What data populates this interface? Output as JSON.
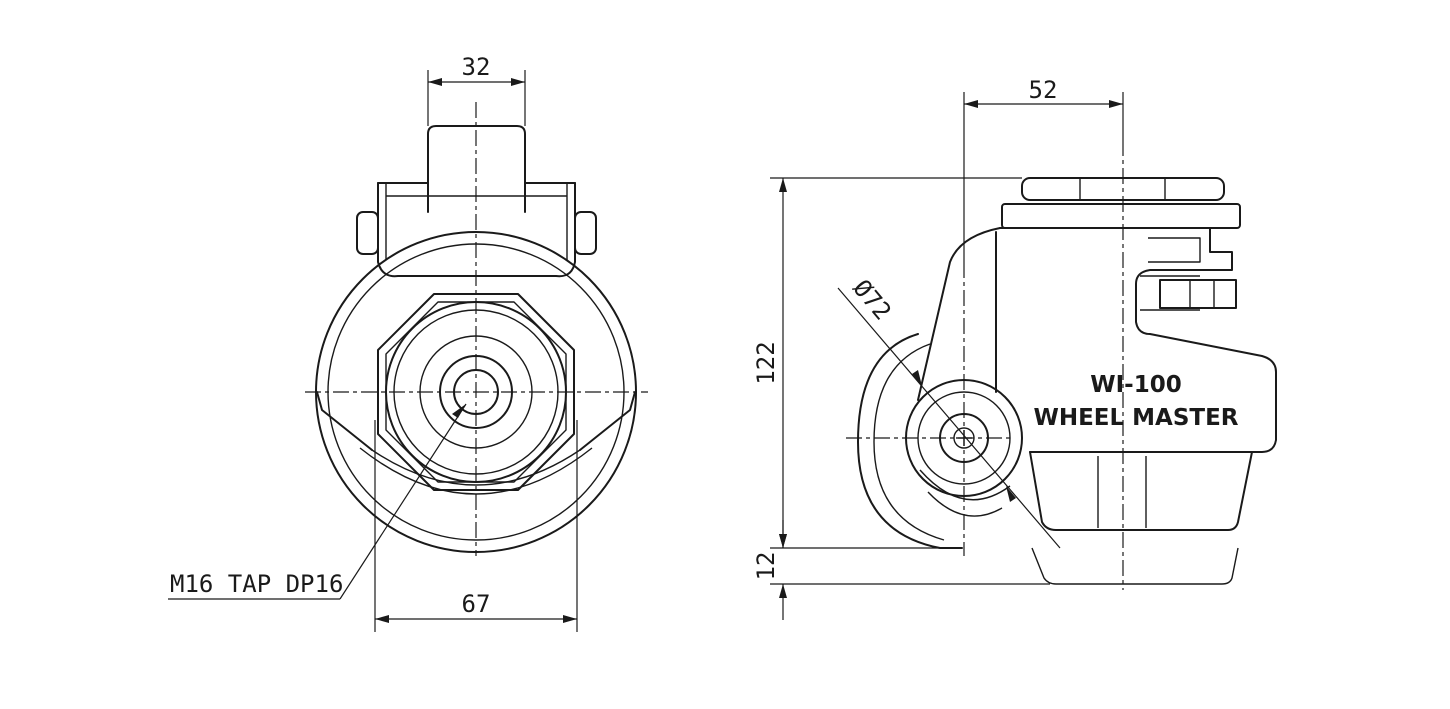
{
  "front_view": {
    "dim_top_width": "32",
    "dim_bottom_width": "67",
    "callout_thread": "M16 TAP DP16"
  },
  "side_view": {
    "dim_top_offset": "52",
    "dim_total_height": "122",
    "dim_adjust_height": "12",
    "dim_wheel_diameter": "Ø72",
    "model_label": "WI-100",
    "brand_label": "WHEEL MASTER"
  },
  "colors": {
    "line": "#1a1a1a",
    "background": "#ffffff"
  }
}
